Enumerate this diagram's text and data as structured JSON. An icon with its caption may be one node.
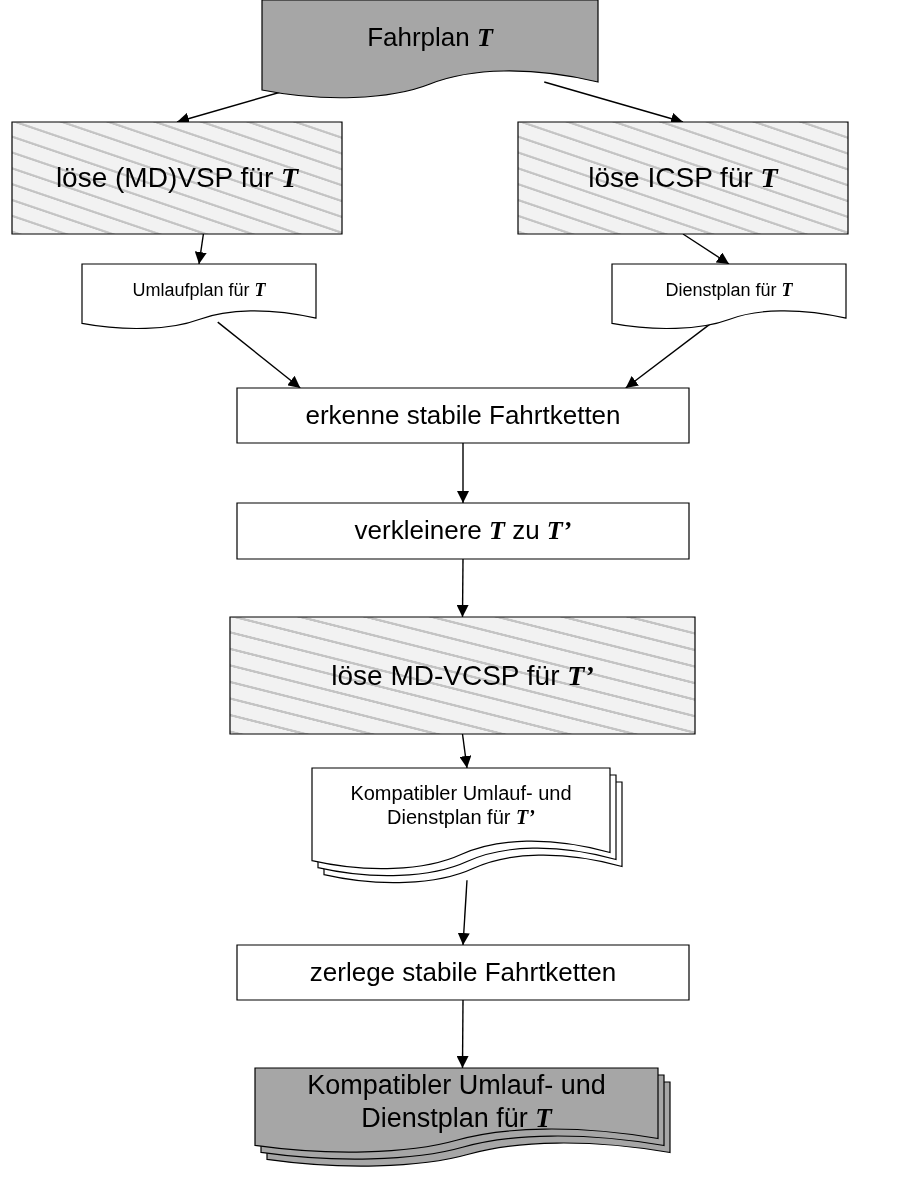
{
  "diagram": {
    "nodes": [
      {
        "text": [
          "Fahrplan *T*"
        ]
      },
      {
        "text": [
          "löse (MD)VSP für *T*"
        ]
      },
      {
        "text": [
          "löse ICSP für *T*"
        ]
      },
      {
        "text": [
          "Umlaufplan für *T*"
        ]
      },
      {
        "text": [
          "Dienstplan für *T*"
        ]
      },
      {
        "text": [
          "erkenne stabile Fahrtketten"
        ]
      },
      {
        "text": [
          "verkleinere *T* zu *T’*"
        ]
      },
      {
        "text": [
          "löse MD-VCSP für *T’*"
        ]
      },
      {
        "text": [
          "Kompatibler Umlauf- und Dienstplan für *T’*"
        ]
      },
      {
        "text": [
          "zerlege stabile Fahrtketten"
        ]
      },
      {
        "text": [
          "Kompatibler Umlauf- und Dienstplan für *T*"
        ]
      }
    ],
    "edges": [
      {
        "from": 0,
        "to": 1,
        "arrow": "to"
      },
      {
        "from": 0,
        "to": 2,
        "arrow": "to"
      },
      {
        "from": 1,
        "to": 3,
        "arrow": "to"
      },
      {
        "from": 2,
        "to": 4,
        "arrow": "to"
      },
      {
        "from": 3,
        "to": 5,
        "arrow": "to"
      },
      {
        "from": 4,
        "to": 5,
        "arrow": "to"
      },
      {
        "from": 5,
        "to": 6,
        "arrow": "to"
      },
      {
        "from": 6,
        "to": 7,
        "arrow": "to"
      },
      {
        "from": 7,
        "to": 8,
        "arrow": "to"
      },
      {
        "from": 8,
        "to": 9,
        "arrow": "to"
      },
      {
        "from": 9,
        "to": 10,
        "arrow": "to"
      }
    ]
  }
}
